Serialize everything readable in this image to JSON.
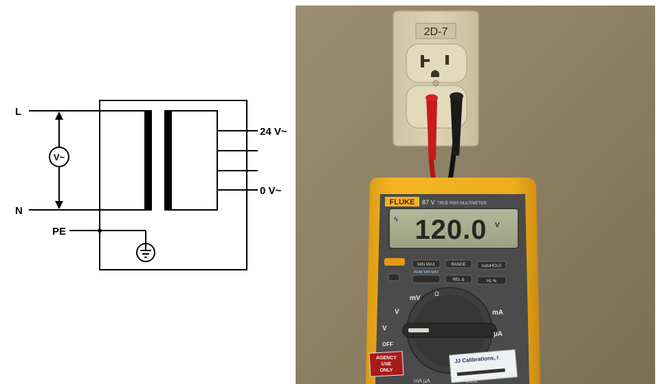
{
  "schematic": {
    "line_label": "L",
    "neutral_label": "N",
    "earth_label": "PE",
    "voltmeter_label": "V~",
    "output_high_label": "24 V~",
    "output_low_label": "0 V~"
  },
  "photo": {
    "outlet_tag": "2D-7",
    "meter": {
      "brand": "FLUKE",
      "model": "87 V",
      "model_caption": "TRUE RMS MULTIMETER",
      "reading": "120.0",
      "units": "V",
      "buttons": [
        "MIN MAX",
        "RANGE",
        "AutoHOLD",
        "REL Δ",
        "Hz %"
      ],
      "caption_peak": "PEAK MIN MAX",
      "caption_off": "OFF",
      "sticker_red": [
        "AGENCY",
        "USE",
        "ONLY"
      ],
      "sticker_white": "JJ Calibrations, I",
      "jack_labels": [
        "mA µA",
        "COM"
      ]
    },
    "colors": {
      "wall": "#8c7f63",
      "plate": "#d9ceae",
      "meter_holster": "#f2b020",
      "meter_body": "#4a4b4a",
      "lcd": "#a9ad8e",
      "probe_red": "#c01818",
      "probe_black": "#151515"
    }
  }
}
